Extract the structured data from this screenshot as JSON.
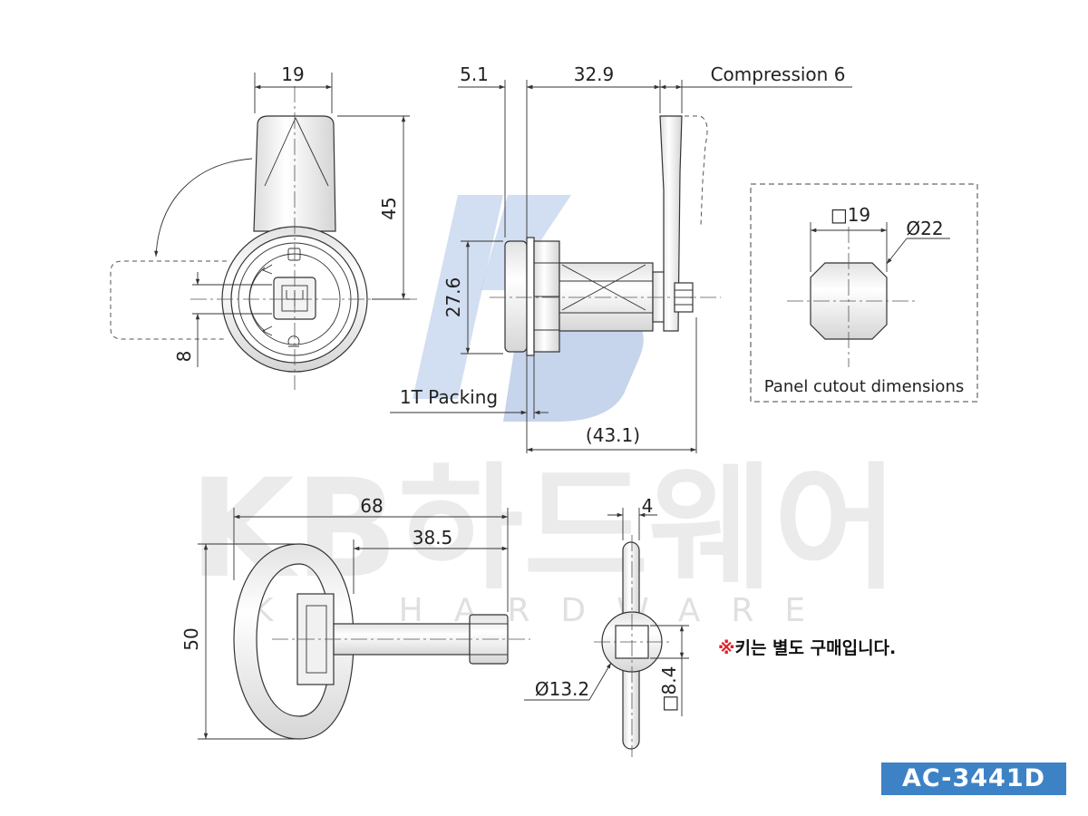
{
  "watermark": {
    "logo_text": "KB",
    "brand_korean": "KB하드웨어",
    "brand_english": "KB HARDWARE"
  },
  "dimensions": {
    "handle_width": "19",
    "handle_height": "45",
    "key_offset": "8",
    "flange_thickness": "5.1",
    "body_length": "32.9",
    "compression": "Compression 6",
    "flange_diameter": "27.6",
    "packing": "1T Packing",
    "overall_length": "(43.1)",
    "cutout_square": "□19",
    "cutout_diameter": "Ø22",
    "key_length": "68",
    "key_shaft": "38.5",
    "key_height": "50",
    "key_tip": "4",
    "key_boss_diameter": "Ø13.2",
    "key_square": "□8.4"
  },
  "cutout_label": "Panel cutout dimensions",
  "note": {
    "mark": "※",
    "text": "키는 별도 구매입니다."
  },
  "model_code": "AC-3441D",
  "colors": {
    "line": "#333333",
    "part_fill": "#f4f4f4",
    "watermark_blue": "#b3c6e6",
    "watermark_gray": "#d8d8d8",
    "badge": "#3e82c6",
    "note_mark": "#e1202a"
  }
}
